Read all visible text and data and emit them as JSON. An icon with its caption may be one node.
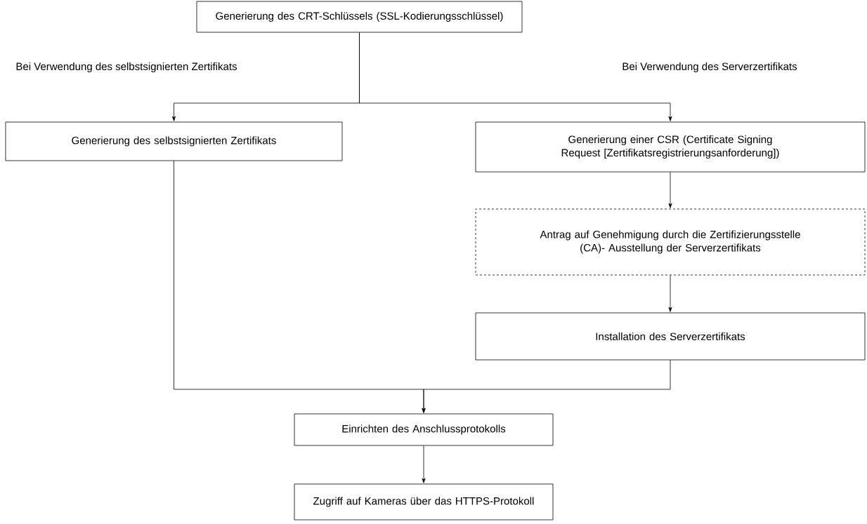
{
  "diagram": {
    "nodes": [
      {
        "text": [
          "Generierung des CRT-Schlüssels (SSL-Kodierungsschlüssel)"
        ]
      },
      {
        "text": [
          "Generierung des selbstsignierten Zertifikats"
        ]
      },
      {
        "text": [
          "Generierung einer CSR (Certificate Signing Request [Zertifikatsregistrierungsanforderung])"
        ]
      },
      {
        "text": [
          "Antrag auf Genehmigung durch die Zertifizierungsstelle (CA)- Ausstellung der Serverzertifikats"
        ]
      },
      {
        "text": [
          "Installation des Serverzertifikats"
        ]
      },
      {
        "text": [
          "Einrichten des Anschlussprotokolls"
        ]
      },
      {
        "text": [
          "Zugriff auf Kameras über das HTTPS-Protokoll"
        ]
      }
    ],
    "edges": [
      {
        "from": 0,
        "to": 1,
        "arrow": "to",
        "label": "Bei Verwendung des selbstsignierten Zertifikats"
      },
      {
        "from": 0,
        "to": 2,
        "arrow": "to",
        "label": "Bei Verwendung des Serverzertifikats"
      },
      {
        "from": 2,
        "to": 3,
        "arrow": "to"
      },
      {
        "from": 3,
        "to": 4,
        "arrow": "to"
      },
      {
        "from": 1,
        "to": 5,
        "arrow": "to"
      },
      {
        "from": 4,
        "to": 5,
        "arrow": "to"
      },
      {
        "from": 5,
        "to": 6,
        "arrow": "to"
      }
    ]
  }
}
